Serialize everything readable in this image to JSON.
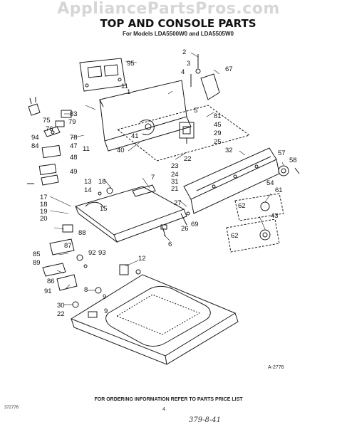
{
  "watermark": "AppliancePartsPros.com",
  "title": "TOP AND CONSOLE PARTS",
  "subtitle": "For Models LDA5500W0 and LDA5505W0",
  "diagram_ref": "A-2776",
  "footer_note": "FOR ORDERING INFORMATION REFER TO PARTS PRICE LIST",
  "doc_code": "372776",
  "page_number": "4",
  "handwritten_note": "379-8-41",
  "callouts": [
    "95",
    "2",
    "3",
    "4",
    "67",
    "1",
    "11",
    "83",
    "75",
    "79",
    "76",
    "78",
    "47",
    "94",
    "84",
    "11",
    "41",
    "5",
    "81",
    "45",
    "29",
    "25",
    "40",
    "48",
    "49",
    "23",
    "24",
    "22",
    "31",
    "21",
    "32",
    "57",
    "58",
    "13",
    "18",
    "7",
    "14",
    "17",
    "18",
    "19",
    "20",
    "15",
    "27",
    "54",
    "61",
    "62",
    "43",
    "62",
    "26",
    "69",
    "6",
    "88",
    "87",
    "85",
    "89",
    "92",
    "93",
    "86",
    "91",
    "12",
    "8",
    "9",
    "30",
    "22",
    "9"
  ]
}
